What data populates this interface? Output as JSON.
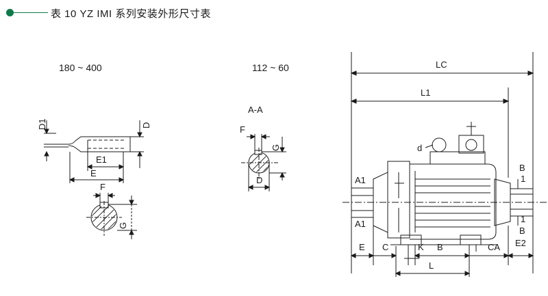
{
  "header": {
    "title": "表 10 YZ IMI 系列安装外形尺寸表"
  },
  "views": {
    "left": {
      "range": "180 ~ 400",
      "labels": {
        "D1": "D1",
        "D": "D",
        "E1": "E1",
        "E": "E",
        "F": "F",
        "G": "G"
      }
    },
    "middle": {
      "range": "112 ~ 60",
      "labels": {
        "section": "A-A",
        "F": "F",
        "G": "G",
        "D": "D"
      }
    },
    "motor": {
      "labels": {
        "LC": "LC",
        "L1": "L1",
        "d": "d",
        "A1_top": "A1",
        "A1_bottom": "A1",
        "B1_top_B": "B",
        "B1_top_1": "1",
        "B1_bot_1": "1",
        "B1_bot_B": "B",
        "E": "E",
        "C": "C",
        "K": "K",
        "B": "B",
        "CA": "CA",
        "E2": "E2",
        "L": "L"
      }
    }
  },
  "colors": {
    "accent": "#0d7a4a",
    "line": "#1a1a1a"
  }
}
